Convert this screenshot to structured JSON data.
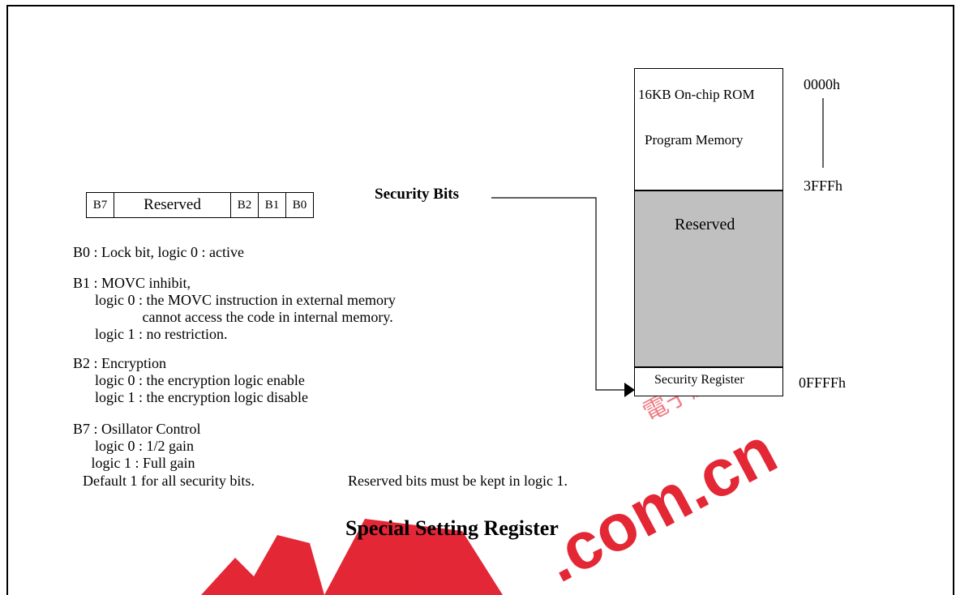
{
  "register": {
    "cells": [
      "B7",
      "Reserved",
      "B2",
      "B1",
      "B0"
    ]
  },
  "descriptions": {
    "b0": "B0 : Lock bit, logic 0 : active",
    "b1": [
      "B1 : MOVC inhibit,",
      "      logic 0 : the MOVC instruction in external memory",
      "                   cannot access the code in internal memory.",
      "      logic 1 : no restriction."
    ],
    "b2": [
      "B2 : Encryption",
      "      logic 0 : the encryption logic enable",
      "      logic 1 : the encryption logic disable"
    ],
    "b7": [
      "B7 : Osillator Control",
      "      logic 0 : 1/2 gain",
      "     logic 1 : Full gain"
    ],
    "default_note": "Default 1 for all security bits.",
    "reserved_note": "Reserved bits must be kept in logic 1."
  },
  "title": "Special Setting Register",
  "security_bits_label": "Security Bits",
  "memory_map": {
    "rom_line1": "16KB On-chip ROM",
    "rom_line2": "Program Memory",
    "reserved": "Reserved",
    "security_register": "Security Register",
    "addr_start": "0000h",
    "addr_rom_end": "3FFFh",
    "addr_sec": "0FFFFh"
  },
  "watermark": {
    "text": ".com.cn",
    "chinese": "電子產品世界",
    "color": "#e01020"
  }
}
